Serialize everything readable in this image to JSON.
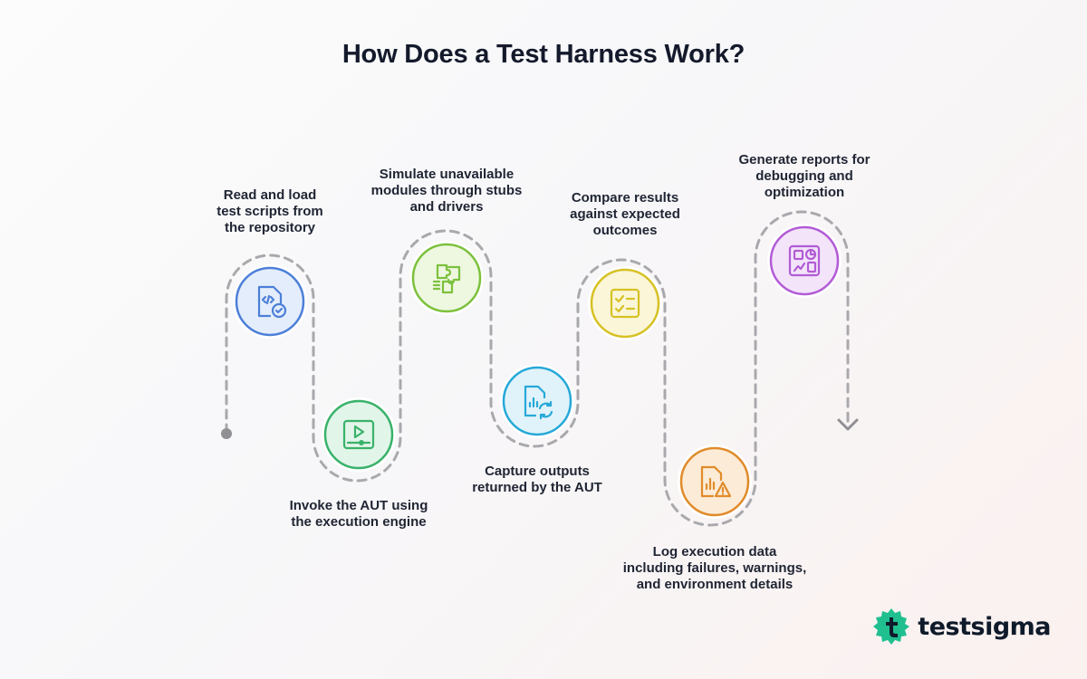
{
  "title": "How Does a Test Harness Work?",
  "steps": [
    {
      "icon": "code-file-check-icon",
      "color": "#4c7fd8",
      "fill": "#e4edfb",
      "label": "Read and load test scripts from the repository"
    },
    {
      "icon": "video-player-icon",
      "color": "#39b26a",
      "fill": "#e2f5e9",
      "label": "Invoke the AUT using the execution engine"
    },
    {
      "icon": "puzzle-modules-icon",
      "color": "#7cc13c",
      "fill": "#eef7e0",
      "label": "Simulate unavailable modules through stubs and drivers"
    },
    {
      "icon": "report-refresh-icon",
      "color": "#27a8d8",
      "fill": "#e0f3fa",
      "label": "Capture outputs returned by the AUT"
    },
    {
      "icon": "checklist-icon",
      "color": "#d6c125",
      "fill": "#fbf6d8",
      "label": "Compare results against expected outcomes"
    },
    {
      "icon": "report-warning-icon",
      "color": "#e08b2a",
      "fill": "#fcebd6",
      "label": "Log execution data including failures, warnings, and environment details"
    },
    {
      "icon": "dashboard-report-icon",
      "color": "#b25bd6",
      "fill": "#f3e4f9",
      "label": "Generate reports for debugging and optimization"
    }
  ],
  "brand": {
    "name": "testsigma",
    "color": "#1fbf8f"
  }
}
